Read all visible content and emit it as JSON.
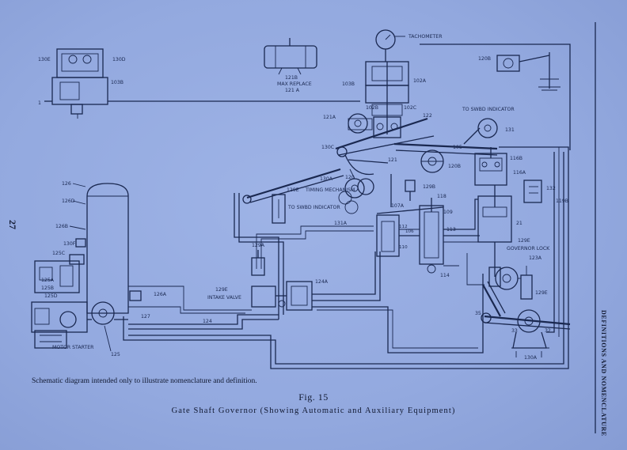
{
  "page_number": "27",
  "side_title": "DEFINITIONS AND NOMENCLATURE",
  "caption": {
    "note": "Schematic diagram intended only to illustrate nomenclature and definition.",
    "figure": "Fig. 15",
    "title": "Gate Shaft Governor (Showing Automatic and Auxiliary Equipment)"
  },
  "labels": {
    "l130e": "130E",
    "l130d": "130D",
    "l103b": "103B",
    "l1": "1",
    "tachometer": "TACHOMETER",
    "l121b": "121B",
    "max_replace": "MAX REPLACE",
    "l121a_max": "121 A",
    "l103b_b": "103B",
    "l102a": "102A",
    "l120b": "120B",
    "l121a": "121A",
    "l102b": "102B",
    "l102c": "102C",
    "l122": "122",
    "to_swbd_indicator_top": "TO SWBD INDICATOR",
    "l131": "131",
    "l130c": "130C",
    "l105": "105",
    "l116b": "116B",
    "l121": "121",
    "l120b_b": "120B",
    "l116a": "116A",
    "l126": "126",
    "l126d": "126D",
    "l126b": "126B",
    "l130f": "130F",
    "l125c": "125C",
    "l125a": "125A",
    "l125b": "125B",
    "l125d": "125D",
    "l130a": "130A",
    "l120": "120",
    "l129e_timing": "129E",
    "timing_mechanism": "TIMING MECHANISM",
    "to_swbd_indicator": "TO SWBD INDICATOR",
    "l131a": "131A",
    "l129b": "129B",
    "l118": "118",
    "l107a": "107A",
    "l109": "109",
    "l132": "132",
    "l119b": "119B",
    "l21": "21",
    "l106": "106",
    "l113": "113",
    "l112": "112",
    "l110": "110",
    "l114": "114",
    "l129a": "129A",
    "l129e_intake": "129E",
    "intake_valve": "INTAKE VALVE",
    "l124a": "124A",
    "l129e_gov": "129E",
    "governor_lock": "GOVERNOR LOCK",
    "l123a": "123A",
    "l129e_r": "129E",
    "l126a": "126A",
    "l127": "127",
    "l124": "124",
    "l125": "125",
    "motor_starter": "MOTOR STARTER",
    "l35": "35",
    "l33": "33",
    "l32": "32",
    "l130a_b": "130A"
  }
}
